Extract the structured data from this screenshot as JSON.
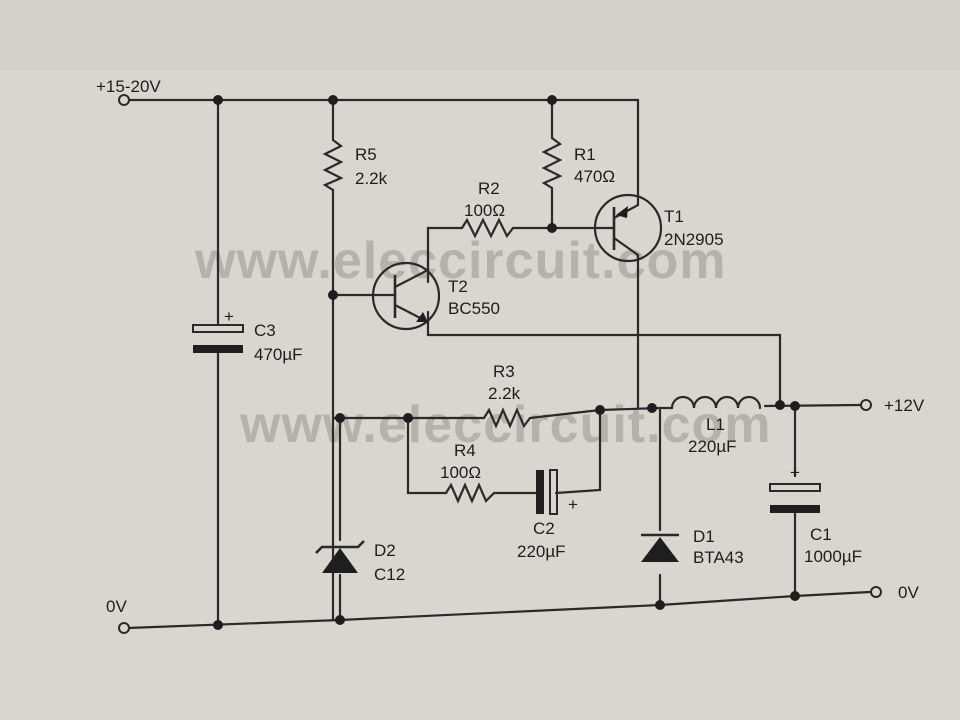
{
  "watermark": "www.eleccircuit.com",
  "terminals": {
    "vin": "+15-20V",
    "gnd_left": "0V",
    "vout": "+12V",
    "gnd_right": "0V"
  },
  "components": {
    "r5": {
      "ref": "R5",
      "value": "2.2k"
    },
    "r1": {
      "ref": "R1",
      "value": "470Ω"
    },
    "r2": {
      "ref": "R2",
      "value": "100Ω"
    },
    "r3": {
      "ref": "R3",
      "value": "2.2k"
    },
    "r4": {
      "ref": "R4",
      "value": "100Ω"
    },
    "t1": {
      "ref": "T1",
      "value": "2N2905"
    },
    "t2": {
      "ref": "T2",
      "value": "BC550"
    },
    "c3": {
      "ref": "C3",
      "value": "470µF",
      "polarity": "+"
    },
    "c2": {
      "ref": "C2",
      "value": "220µF",
      "polarity": "+"
    },
    "c1": {
      "ref": "C1",
      "value": "1000µF",
      "polarity": "+"
    },
    "l1": {
      "ref": "L1",
      "value": "220µF"
    },
    "d1": {
      "ref": "D1",
      "value": "BTA43"
    },
    "d2": {
      "ref": "D2",
      "value": "C12"
    }
  }
}
